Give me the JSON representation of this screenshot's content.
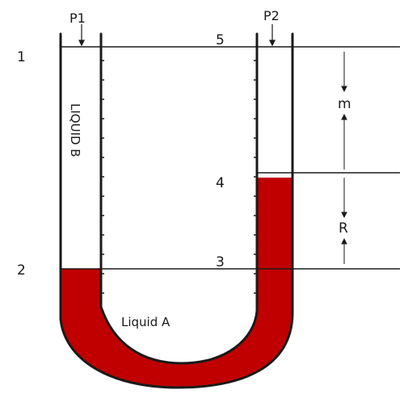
{
  "labels": {
    "p1": "P1",
    "p2": "P2",
    "level_1": "1",
    "level_2": "2",
    "point_3": "3",
    "point_4": "4",
    "point_5": "5",
    "dim_m": "m",
    "dim_r": "R",
    "liquid_b": "LIQUID B",
    "liquid_a": "Liquid A"
  },
  "colors": {
    "liquid_a": "#c00000",
    "tube_wall": "#1a1a1a",
    "reference_line": "#1a1a1a",
    "background": "#ffffff"
  }
}
